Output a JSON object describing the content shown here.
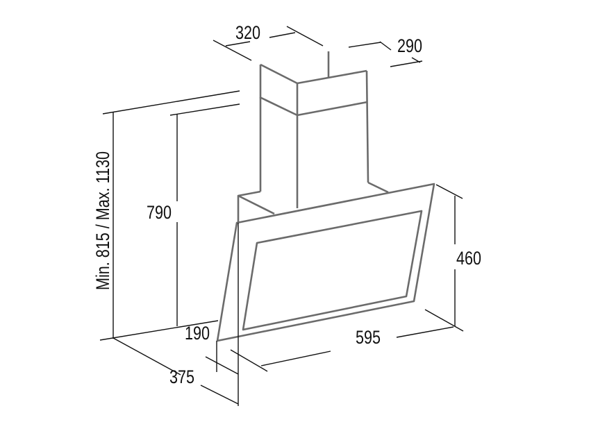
{
  "diagram": {
    "subject": "range-hood",
    "dimensions": {
      "chimney_width": "320",
      "chimney_depth": "290",
      "total_height": "Min. 815 / Max. 1130",
      "chimney_height": "790",
      "hood_height": "460",
      "hood_width": "595",
      "hood_lower_depth": "190",
      "hood_total_depth": "375"
    }
  }
}
